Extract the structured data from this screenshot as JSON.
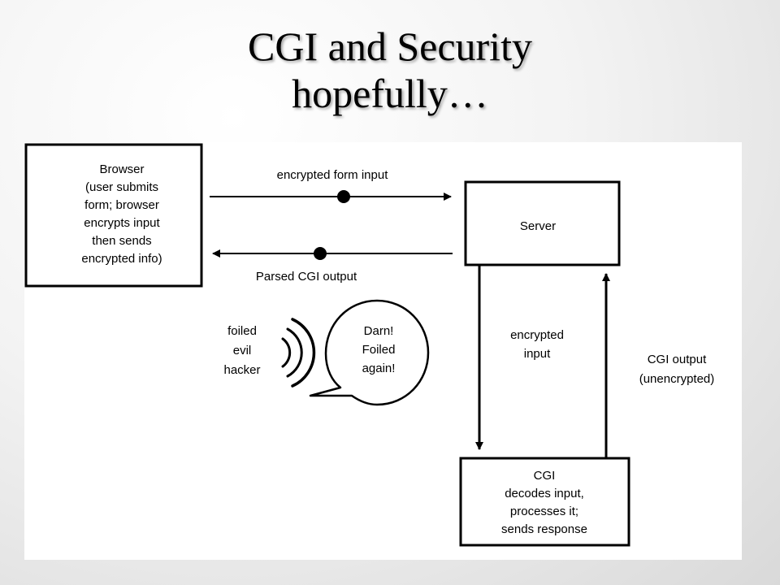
{
  "title": {
    "line1": "CGI and Security",
    "line2": "hopefully…"
  },
  "diagram": {
    "browser_box": {
      "lines": [
        "Browser",
        "(user submits",
        "form; browser",
        "encrypts input",
        "then sends",
        "encrypted info)"
      ]
    },
    "server_box": {
      "label": "Server"
    },
    "cgi_box": {
      "lines": [
        "CGI",
        "decodes input,",
        "processes it;",
        "sends response"
      ]
    },
    "arrow_labels": {
      "encrypted_form_input": "encrypted form input",
      "parsed_cgi_output": "Parsed CGI output",
      "encrypted_input": [
        "encrypted",
        "input"
      ],
      "cgi_output": [
        "CGI output",
        "(unencrypted)"
      ]
    },
    "hacker": {
      "label_lines": [
        "foiled",
        "evil",
        "hacker"
      ],
      "speech_lines": [
        "Darn!",
        "Foiled",
        "again!"
      ]
    }
  }
}
